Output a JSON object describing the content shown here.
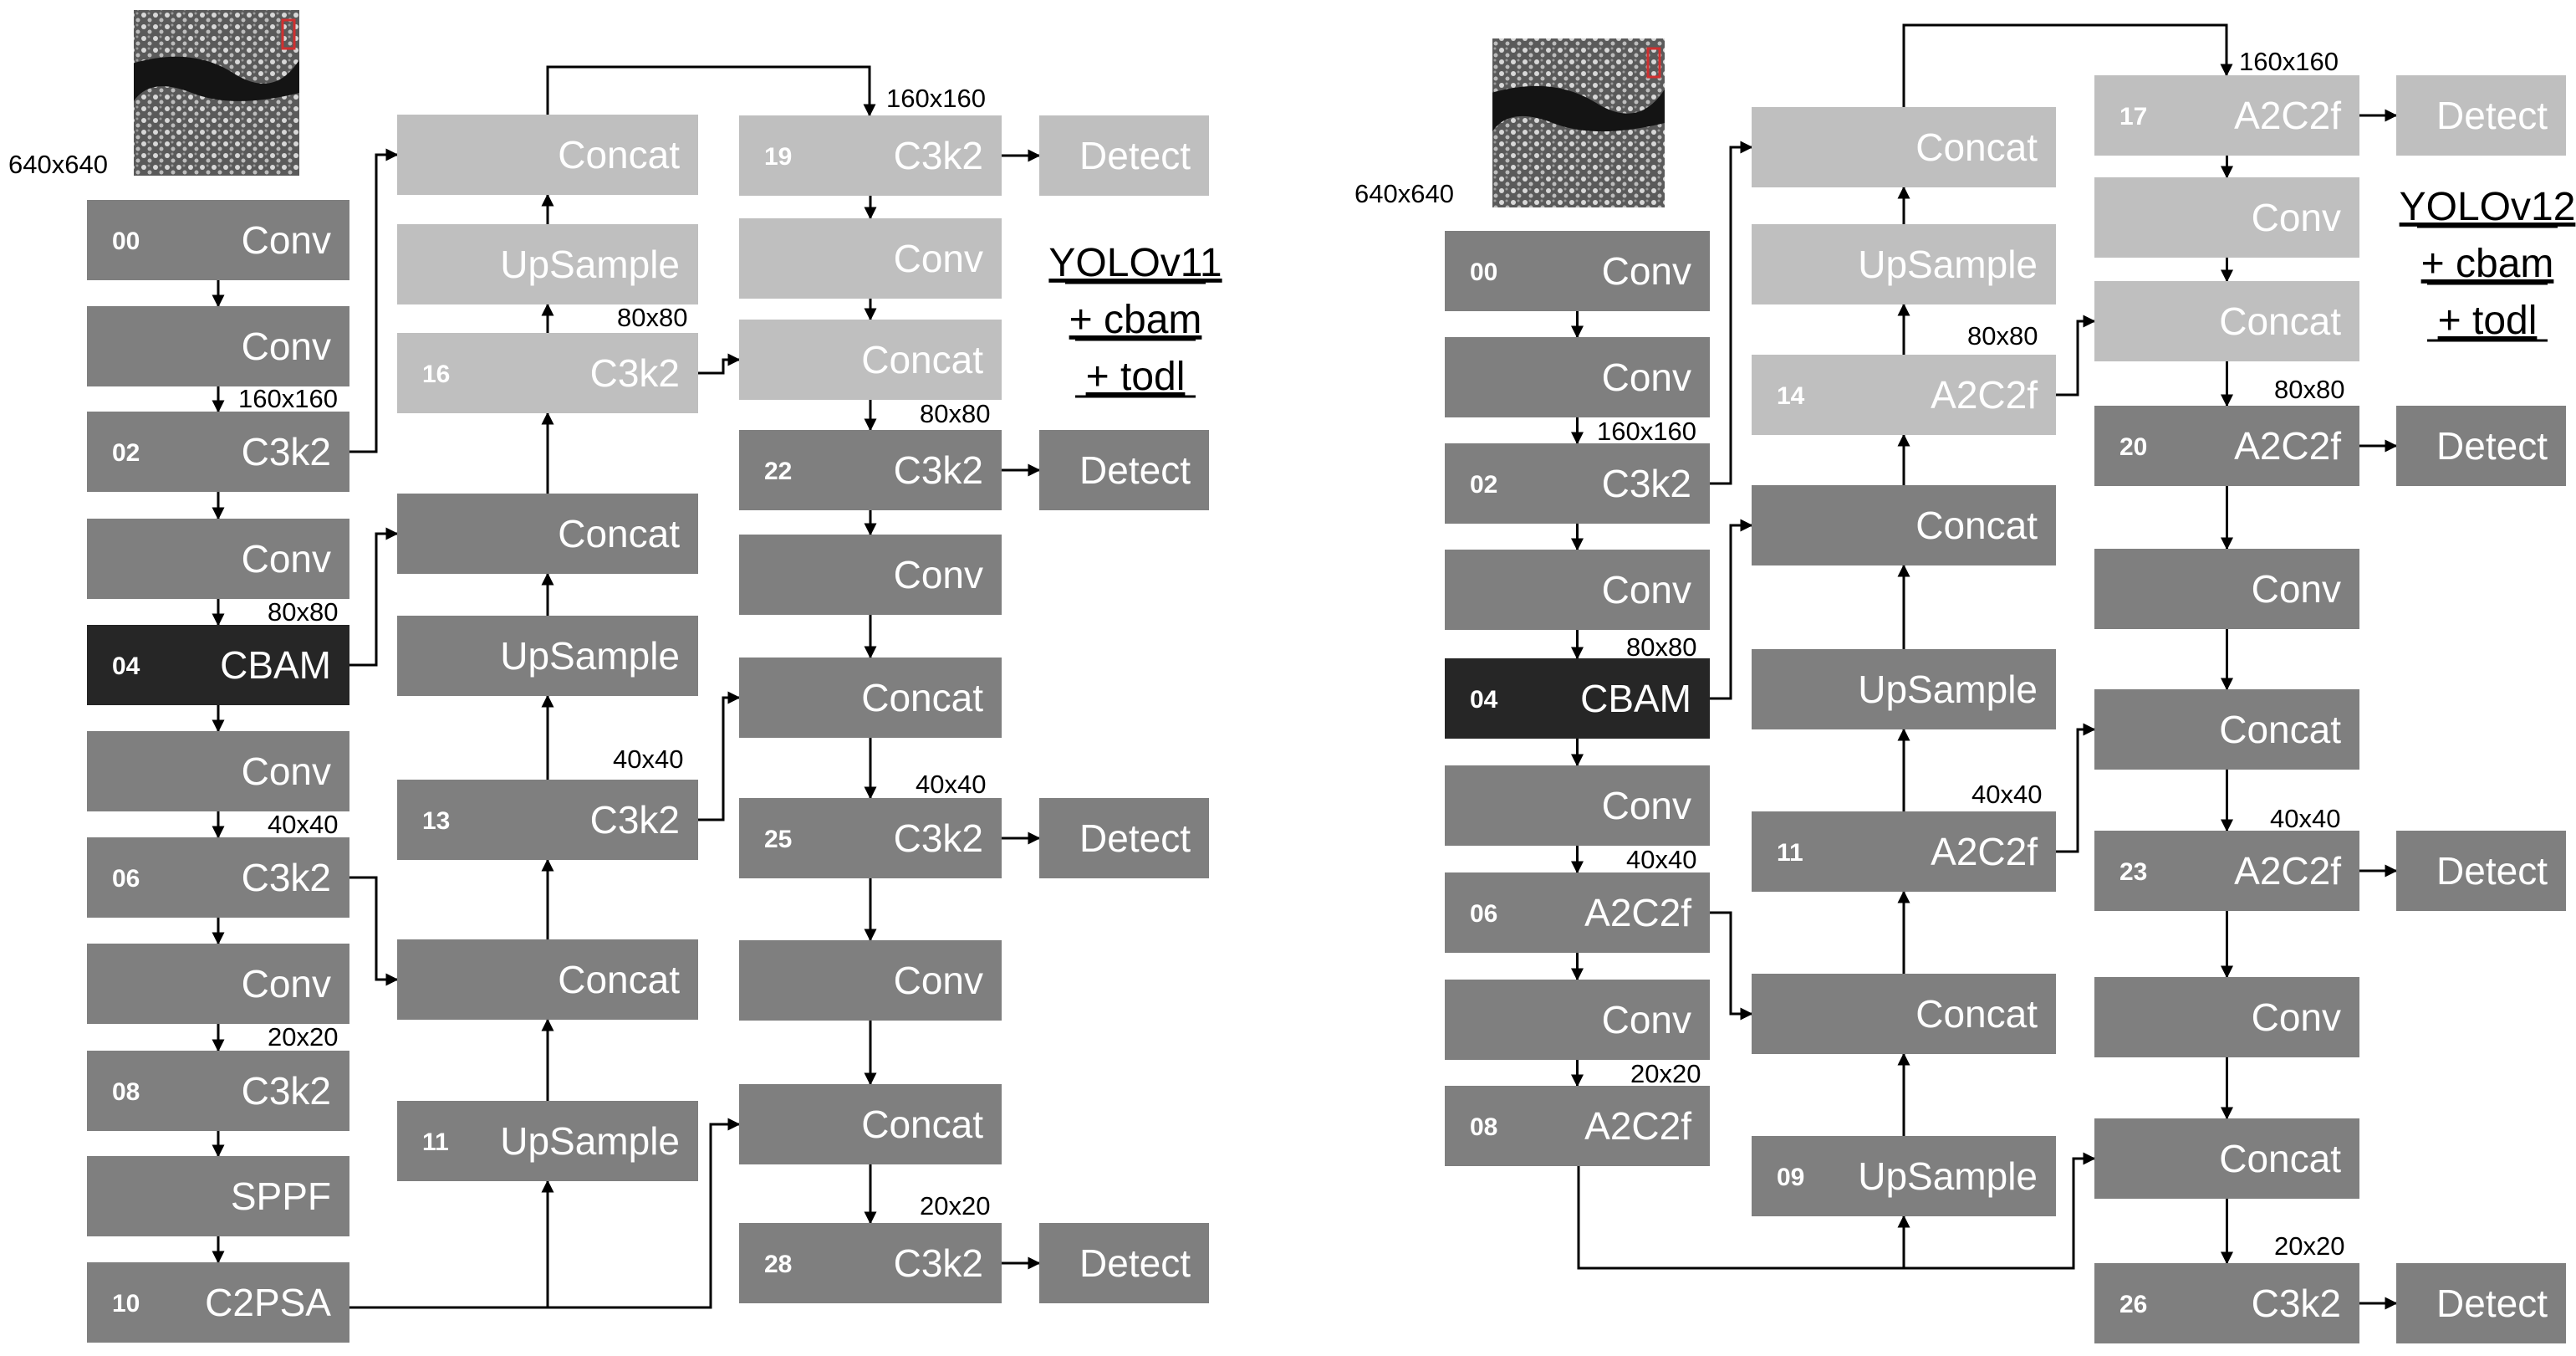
{
  "colors": {
    "dark": "#7f7f7f",
    "light": "#bfbfbf",
    "black": "#262626",
    "line": "#000000",
    "text": "#ffffff"
  },
  "left": {
    "title_lines": [
      "YOLOv11",
      "+ cbam",
      "+ todl"
    ],
    "input_label": "640x640",
    "nodes": {
      "b00": {
        "num": "00",
        "label": "Conv"
      },
      "b01": {
        "num": "",
        "label": "Conv"
      },
      "b02": {
        "num": "02",
        "label": "C3k2"
      },
      "b03": {
        "num": "",
        "label": "Conv"
      },
      "b04": {
        "num": "04",
        "label": "CBAM"
      },
      "b05": {
        "num": "",
        "label": "Conv"
      },
      "b06": {
        "num": "06",
        "label": "C3k2"
      },
      "b07": {
        "num": "",
        "label": "Conv"
      },
      "b08": {
        "num": "08",
        "label": "C3k2"
      },
      "b09": {
        "num": "",
        "label": "SPPF"
      },
      "b10": {
        "num": "10",
        "label": "C2PSA"
      },
      "m11": {
        "num": "11",
        "label": "UpSample"
      },
      "m12": {
        "num": "",
        "label": "Concat"
      },
      "m13": {
        "num": "13",
        "label": "C3k2"
      },
      "m14": {
        "num": "",
        "label": "UpSample"
      },
      "m15": {
        "num": "",
        "label": "Concat"
      },
      "m16": {
        "num": "16",
        "label": "C3k2"
      },
      "m17": {
        "num": "",
        "label": "UpSample"
      },
      "m18": {
        "num": "",
        "label": "Concat"
      },
      "h19": {
        "num": "19",
        "label": "C3k2"
      },
      "h20": {
        "num": "",
        "label": "Conv"
      },
      "h21": {
        "num": "",
        "label": "Concat"
      },
      "h22": {
        "num": "22",
        "label": "C3k2"
      },
      "h23": {
        "num": "",
        "label": "Conv"
      },
      "h24": {
        "num": "",
        "label": "Concat"
      },
      "h25": {
        "num": "25",
        "label": "C3k2"
      },
      "h26": {
        "num": "",
        "label": "Conv"
      },
      "h27": {
        "num": "",
        "label": "Concat"
      },
      "h28": {
        "num": "28",
        "label": "C3k2"
      },
      "d1": {
        "num": "",
        "label": "Detect"
      },
      "d2": {
        "num": "",
        "label": "Detect"
      },
      "d3": {
        "num": "",
        "label": "Detect"
      },
      "d4": {
        "num": "",
        "label": "Detect"
      }
    },
    "annotations": {
      "a1": "160x160",
      "a2": "80x80",
      "a3": "40x40",
      "a4": "20x20",
      "a5": "40x40",
      "a6": "80x80",
      "a7": "160x160",
      "a8": "80x80",
      "a9": "40x40",
      "a10": "20x20"
    }
  },
  "right": {
    "title_lines": [
      "YOLOv12",
      "+ cbam",
      "+ todl"
    ],
    "input_label": "640x640",
    "nodes": {
      "b00": {
        "num": "00",
        "label": "Conv"
      },
      "b01": {
        "num": "",
        "label": "Conv"
      },
      "b02": {
        "num": "02",
        "label": "C3k2"
      },
      "b03": {
        "num": "",
        "label": "Conv"
      },
      "b04": {
        "num": "04",
        "label": "CBAM"
      },
      "b05": {
        "num": "",
        "label": "Conv"
      },
      "b06": {
        "num": "06",
        "label": "A2C2f"
      },
      "b07": {
        "num": "",
        "label": "Conv"
      },
      "b08": {
        "num": "08",
        "label": "A2C2f"
      },
      "m09": {
        "num": "09",
        "label": "UpSample"
      },
      "m10": {
        "num": "",
        "label": "Concat"
      },
      "m11": {
        "num": "11",
        "label": "A2C2f"
      },
      "m12": {
        "num": "",
        "label": "UpSample"
      },
      "m13": {
        "num": "",
        "label": "Concat"
      },
      "m14": {
        "num": "14",
        "label": "A2C2f"
      },
      "m15": {
        "num": "",
        "label": "UpSample"
      },
      "m16": {
        "num": "",
        "label": "Concat"
      },
      "h17": {
        "num": "17",
        "label": "A2C2f"
      },
      "h18": {
        "num": "",
        "label": "Conv"
      },
      "h19": {
        "num": "",
        "label": "Concat"
      },
      "h20": {
        "num": "20",
        "label": "A2C2f"
      },
      "h21": {
        "num": "",
        "label": "Conv"
      },
      "h22": {
        "num": "",
        "label": "Concat"
      },
      "h23": {
        "num": "23",
        "label": "A2C2f"
      },
      "h24": {
        "num": "",
        "label": "Conv"
      },
      "h25": {
        "num": "",
        "label": "Concat"
      },
      "h26": {
        "num": "26",
        "label": "C3k2"
      },
      "d1": {
        "num": "",
        "label": "Detect"
      },
      "d2": {
        "num": "",
        "label": "Detect"
      },
      "d3": {
        "num": "",
        "label": "Detect"
      },
      "d4": {
        "num": "",
        "label": "Detect"
      }
    },
    "annotations": {
      "a1": "160x160",
      "a2": "80x80",
      "a3": "40x40",
      "a4": "20x20",
      "a5": "40x40",
      "a6": "80x80",
      "a7": "160x160",
      "a8": "80x80",
      "a9": "40x40",
      "a10": "20x20"
    }
  }
}
